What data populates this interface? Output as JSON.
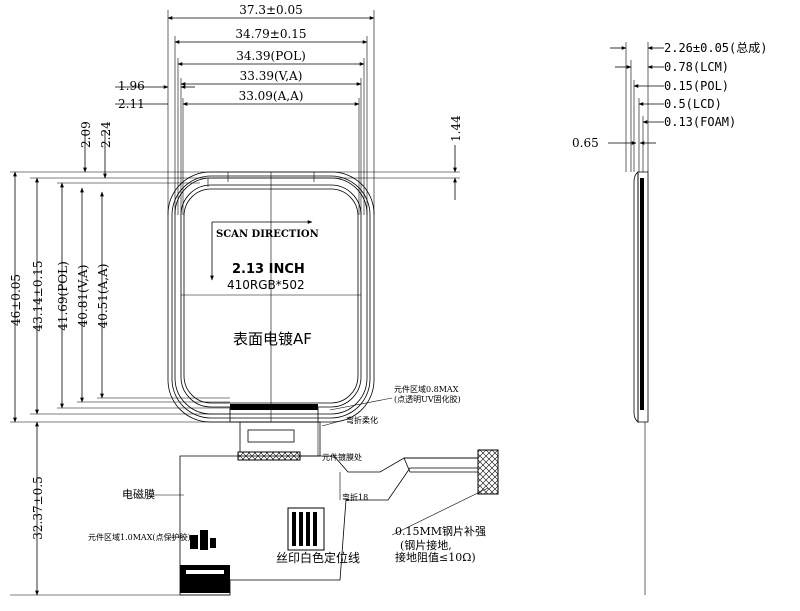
{
  "dims_top": {
    "total_width": "37.3±0.05",
    "w2": "34.79±0.15",
    "pol_width": "34.39(POL)",
    "va_width": "33.39(V,A)",
    "aa_width": "33.09(A,A)",
    "left_196": "1.96",
    "left_211": "2.11"
  },
  "dims_left": {
    "d209": "2.09",
    "d224": "2.24",
    "d144": "1.44",
    "total_height": "46±0.05",
    "h2": "43.14±0.15",
    "pol_height": "41.69(POL)",
    "va_height": "40.81(V,A)",
    "aa_height": "40.51(A,A)",
    "fpc_height": "32.37±0.5"
  },
  "dims_side": {
    "total": "2.26±0.05(总成)",
    "lcm": "0.78(LCM)",
    "pol": "0.15(POL)",
    "lcd": "0.5(LCD)",
    "foam": "0.13(FOAM)",
    "edge": "0.65"
  },
  "display": {
    "scan": "SCAN DIRECTION",
    "size": "2.13 INCH",
    "res": "410RGB*502",
    "surface": "表面电镀AF"
  },
  "notes": {
    "comp_area_1": "元件区域0.8MAX",
    "comp_area_2": "(点透明UV固化胶)",
    "bend_1": "弯折柔化",
    "film": "元件镀膜处",
    "bend_2": "弯折18",
    "emi": "电磁膜",
    "comp_area_left": "元件区域1.0MAX(点保护胶)",
    "silk": "丝印白色定位线",
    "stiff_1": "0.15MM钢片补强",
    "stiff_2": "(钢片接地,",
    "stiff_3": "接地阻值≤10Ω)"
  }
}
